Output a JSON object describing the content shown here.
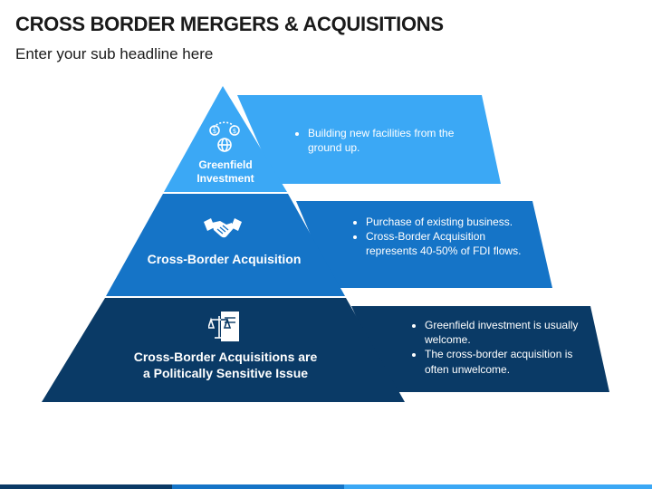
{
  "header": {
    "title": "CROSS BORDER MERGERS & ACQUISITIONS",
    "subtitle": "Enter your sub headline here"
  },
  "colors": {
    "tier1": "#3ba8f5",
    "tier2": "#1574c7",
    "tier3": "#0a3a66",
    "footer": [
      "#0a3a66",
      "#1574c7",
      "#3ba8f5"
    ]
  },
  "tiers": [
    {
      "icon": "globe-money-icon",
      "label_lines": [
        "Greenfield",
        "Investment"
      ],
      "bullets": [
        "Building new facilities from the ground up."
      ]
    },
    {
      "icon": "handshake-icon",
      "label_lines": [
        "Cross-Border Acquisition"
      ],
      "bullets": [
        "Purchase of existing business.",
        "Cross-Border Acquisition represents 40-50% of FDI flows."
      ]
    },
    {
      "icon": "scales-document-icon",
      "label_lines": [
        "Cross-Border Acquisitions are",
        "a Politically Sensitive Issue"
      ],
      "bullets": [
        "Greenfield investment is usually welcome.",
        "The cross-border acquisition is often unwelcome."
      ]
    }
  ]
}
